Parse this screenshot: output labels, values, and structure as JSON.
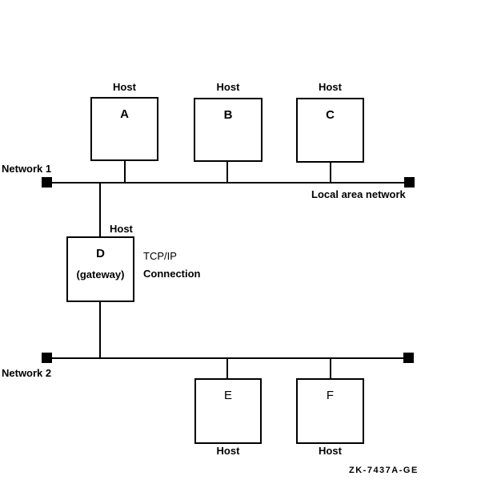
{
  "diagram": {
    "background_color": "#ffffff",
    "ink_color": "#000000",
    "network1_label": "Network 1",
    "network2_label": "Network 2",
    "lan_label": "Local area network",
    "connection_label_line1": "TCP/IP",
    "connection_label_line2": "Connection",
    "figure_code": "ZK-7437A-GE",
    "hosts": [
      {
        "letter": "A",
        "caption": "Host"
      },
      {
        "letter": "B",
        "caption": "Host"
      },
      {
        "letter": "C",
        "caption": "Host"
      },
      {
        "letter": "D",
        "role": "(gateway)",
        "caption": "Host"
      },
      {
        "letter": "E",
        "caption": "Host"
      },
      {
        "letter": "F",
        "caption": "Host"
      }
    ]
  }
}
